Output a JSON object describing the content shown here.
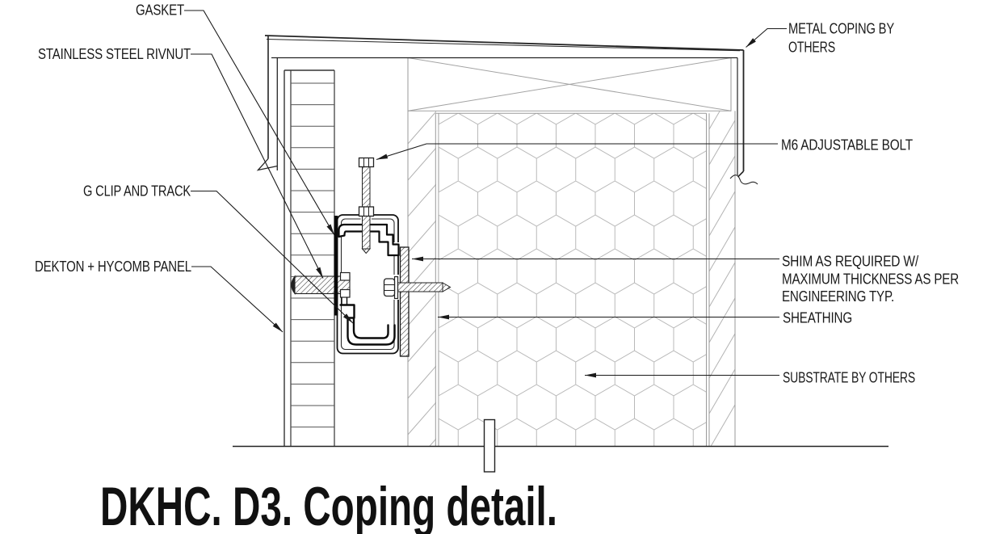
{
  "drawing": {
    "title": "DKHC. D3.  Coping detail.",
    "labels": {
      "gasket": "GASKET",
      "rivnut": "STAINLESS STEEL RIVNUT",
      "g_clip": "G CLIP AND TRACK",
      "dekton_panel": "DEKTON + HYCOMB PANEL",
      "metal_coping_line1": "METAL COPING BY",
      "metal_coping_line2": "OTHERS",
      "m6_bolt": "M6 ADJUSTABLE BOLT",
      "shim_line1": "SHIM AS REQUIRED W/",
      "shim_line2": "MAXIMUM THICKNESS AS PER",
      "shim_line3": "ENGINEERING TYP.",
      "sheathing": "SHEATHING",
      "substrate": "SUBSTRATE BY OTHERS"
    },
    "colors": {
      "line": "#1a1a1a",
      "dark_fill": "#0a0a0a",
      "light_hatch": "#b3b3b3",
      "mid_line": "#9a9a9a",
      "background": "#ffffff"
    }
  }
}
